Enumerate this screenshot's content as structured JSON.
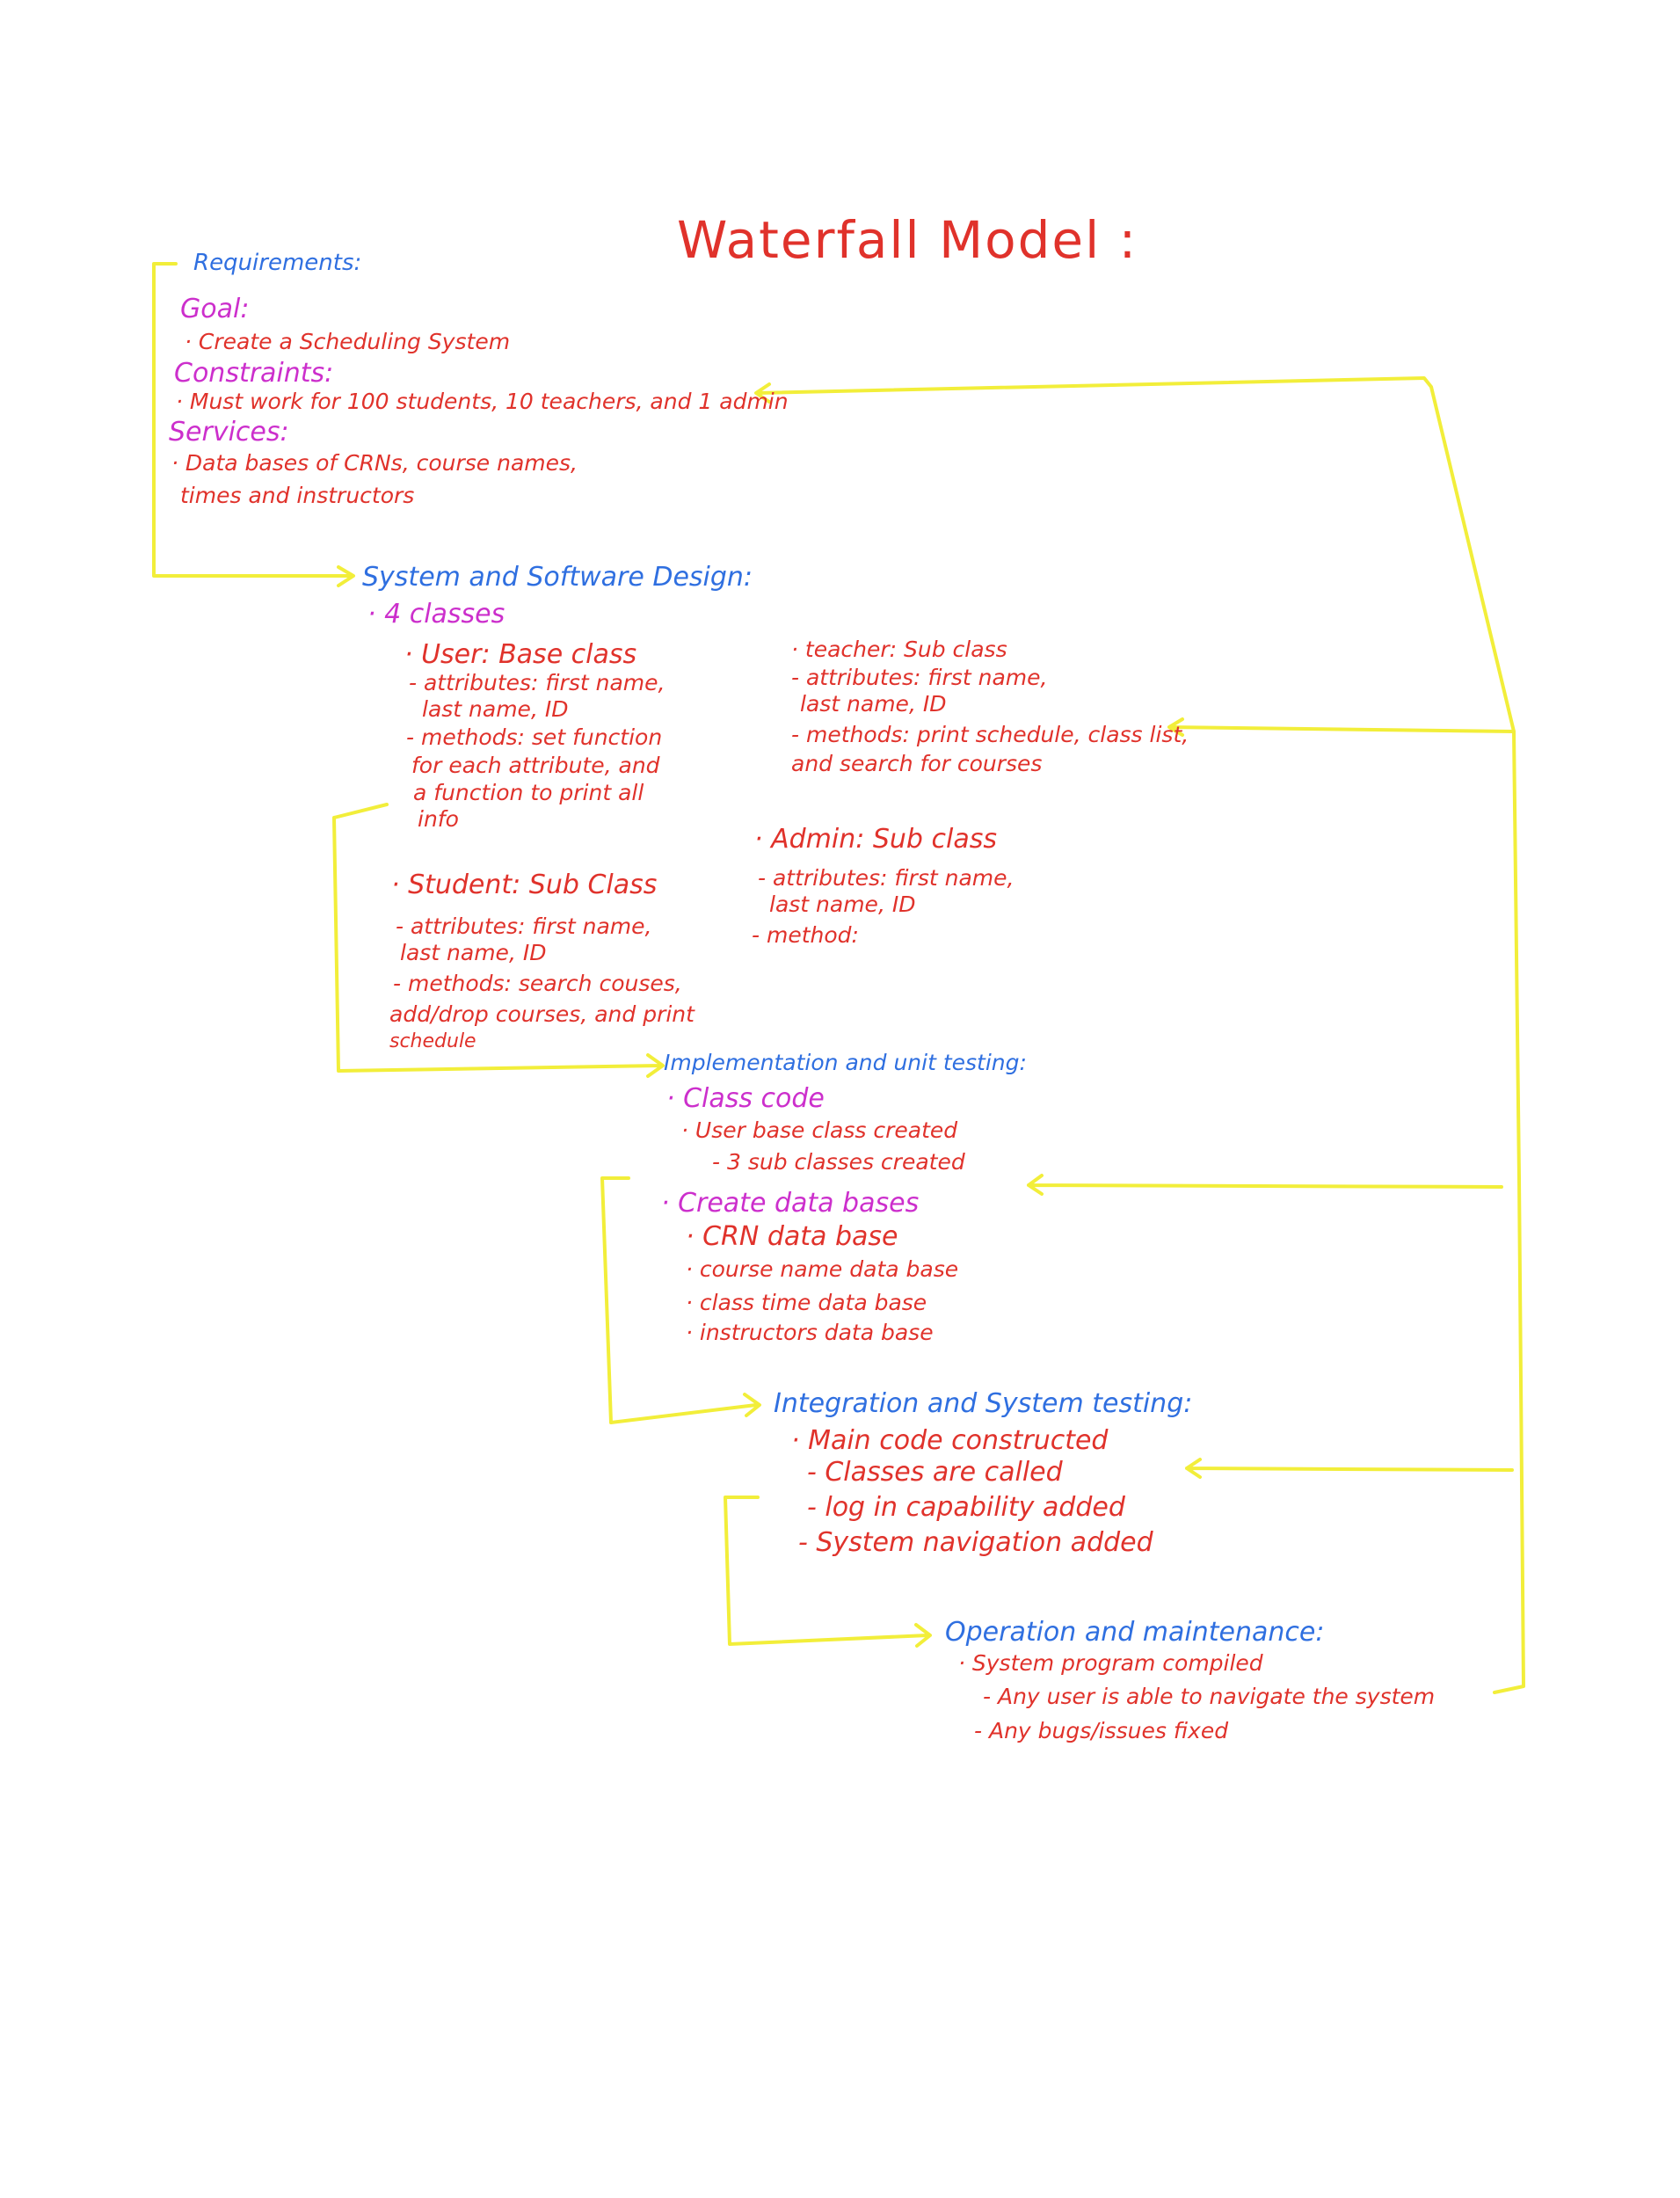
{
  "title": "Waterfall Model :",
  "colors": {
    "heading": "#2f6fe0",
    "subheading": "#cc2fcc",
    "body": "#e0322b",
    "arrows": "#f2ee3a"
  },
  "requirements": {
    "heading": "Requirements:",
    "goal_label": "Goal:",
    "goal_item": "· Create a Scheduling System",
    "constraints_label": "Constraints:",
    "constraints_item": "· Must work for 100 students, 10 teachers, and 1 admin",
    "services_label": "Services:",
    "services_item_1": "· Data bases of CRNs, course names,",
    "services_item_2": "times and instructors"
  },
  "design": {
    "heading": "System and Software Design:",
    "count": "· 4 classes",
    "user": {
      "title": "· User: Base class",
      "attr_1": "- attributes: first name,",
      "attr_2": "last name, ID",
      "meth_1": "- methods: set function",
      "meth_2": "for each attribute, and",
      "meth_3": "a function to print all",
      "meth_4": "info"
    },
    "student": {
      "title": "· Student: Sub Class",
      "attr_1": "- attributes: first name,",
      "attr_2": "last name, ID",
      "meth_1": "- methods: search couses,",
      "meth_2": "add/drop courses, and print",
      "meth_3": "schedule"
    },
    "teacher": {
      "title": "· teacher: Sub class",
      "attr_1": "- attributes: first name,",
      "attr_2": "last name, ID",
      "meth_1": "- methods: print schedule, class list,",
      "meth_2": "and search for courses"
    },
    "admin": {
      "title": "· Admin: Sub class",
      "attr_1": "- attributes: first name,",
      "attr_2": "last name, ID",
      "meth_1": "- method:"
    }
  },
  "implementation": {
    "heading": "Implementation and unit testing:",
    "class_code": "· Class code",
    "line_1": "· User base class created",
    "line_2": "- 3 sub classes created",
    "databases": "· Create data bases",
    "db_1": "· CRN data base",
    "db_2": "· course name data base",
    "db_3": "· class time data base",
    "db_4": "· instructors data base"
  },
  "integration": {
    "heading": "Integration and System testing:",
    "line_1": "· Main code constructed",
    "line_2": "- Classes are called",
    "line_3": "- log in capability added",
    "line_4": "- System navigation added"
  },
  "operation": {
    "heading": "Operation and maintenance:",
    "line_1": "· System program compiled",
    "line_2": "- Any user is able to navigate the system",
    "line_3": "- Any bugs/issues fixed"
  }
}
